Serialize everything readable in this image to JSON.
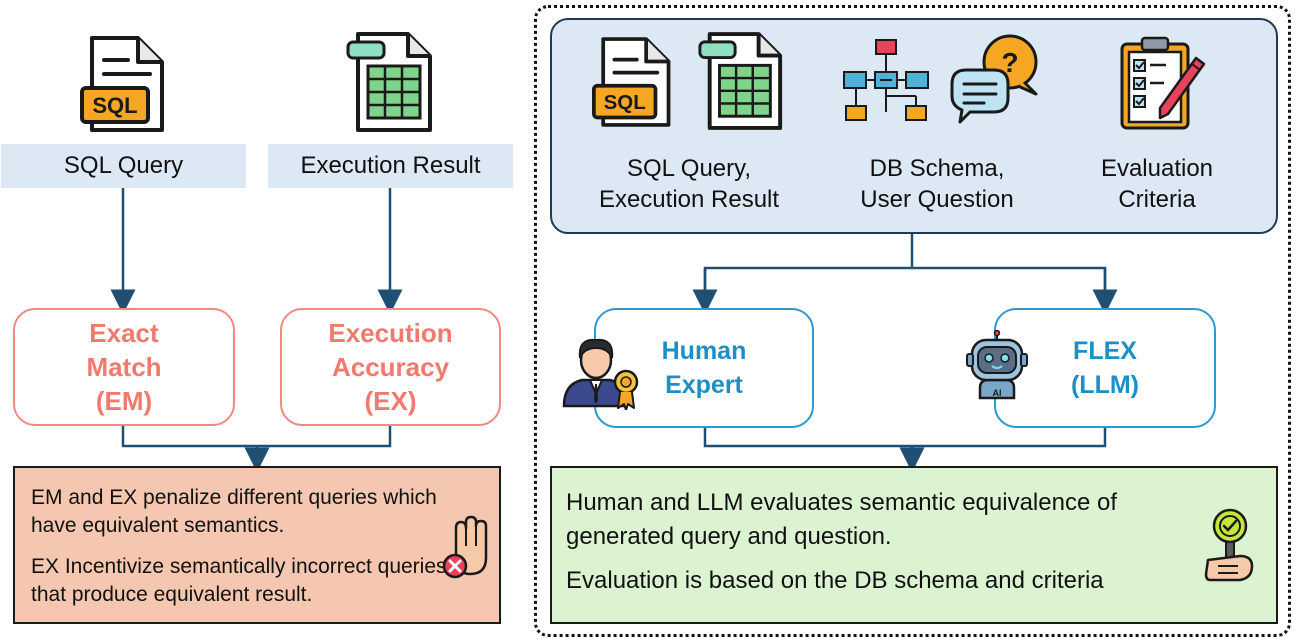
{
  "left": {
    "inputs": [
      {
        "label": "SQL Query",
        "icon": "sql-file-icon"
      },
      {
        "label": "Execution Result",
        "icon": "spreadsheet-file-icon"
      }
    ],
    "metrics": [
      {
        "label": "Exact\nMatch\n(EM)"
      },
      {
        "label": "Execution\nAccuracy\n(EX)"
      }
    ],
    "note": {
      "line1": "EM and EX penalize different queries which have equivalent semantics.",
      "line2": "EX Incentivize semantically incorrect queries that produce equivalent result."
    },
    "colors": {
      "metric": "#f07a6e",
      "note_bg": "#f5c7b0",
      "input_bg": "#dce8f4"
    }
  },
  "right": {
    "inputs": [
      {
        "label": "SQL Query,\nExecution Result"
      },
      {
        "label": "DB Schema,\nUser Question"
      },
      {
        "label": "Evaluation\nCriteria"
      }
    ],
    "evaluators": [
      {
        "label": "Human\nExpert"
      },
      {
        "label": "FLEX\n(LLM)"
      }
    ],
    "result": {
      "line1": "Human and LLM evaluates semantic equivalence of generated query and question.",
      "line2": "Evaluation is based on the DB schema and criteria"
    },
    "colors": {
      "evaluator": "#1c8fc9",
      "result_bg": "#dcf3d1",
      "panel_bg": "#dce8f4"
    }
  },
  "icons": {
    "sql_text": "SQL",
    "robot_badge": "AI"
  }
}
